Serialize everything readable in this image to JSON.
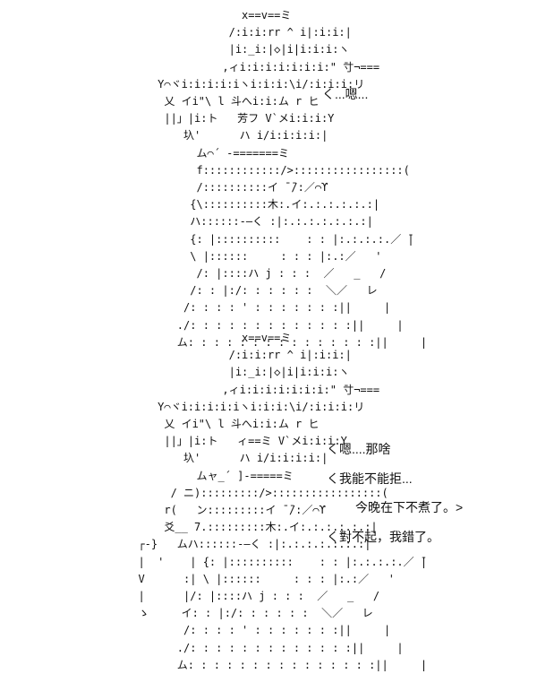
{
  "panels": [
    {
      "art": [
        "                  x==v==ミ",
        "                /:i:i:rr ^ i|:i:i:|",
        "                |i:_i:|◇|i|i:i:i:ヽ",
        "               ,ィi:i:i:i:i:i:i:\" ̄寸¬===",
        "     Y⌒ヾi:i:i:i:iヽi:i:i:\\i/:i:i:i:リ",
        "      乂 イi\"\\ l 斗へi:i:ム r ヒ",
        "      ||」|i:ト   芳フ V`メi:i:i:Y",
        "         圦'      ハ i/i:i:i:i:|",
        "           ム⌒´ ‐=======ミ",
        "           f::::::::::::/>:::::::::::::::::(",
        "           /::::::::::イ ̄ ̄/:／⌒ϒ",
        "          {\\::::::::::木:.イ:.:.:.:.:.:|",
        "          ハ::::::‐―く :|:.:.:.:.:.:.:|",
        "          {: |::::::::::    : : |:.:.:.:.／ ̄|",
        "          \\ |::::::     : : : |:.:／   '",
        "           /: |::::ハ j : : :  ／   _   /",
        "          /: : |:/: : : : : :  ＼／   レ",
        "         /: : : : ' : : : : : : :||     |",
        "        ./: : : : : : : : : : : : :||     |",
        "        ム: : : : : : : : : : : : : : :||     |"
      ],
      "lines": [
        "く...嗯..."
      ]
    },
    {
      "art": [
        "                  x==v==ミ",
        "                /:i:i:rr ^ i|:i:i:|",
        "                |i:_i:|◇|i|i:i:i:ヽ",
        "               ,ィi:i:i:i:i:i:i:\" ̄寸¬===",
        "     Y⌒ヾi:i:i:i:iヽi:i:i:\\i/:i:i:i:リ",
        "      乂 イi\"\\ l 斗へi:i:ム r ヒ",
        "      ||」|i:ト   ィ==ミ V`メi:i:i:Y",
        "         圦'      ハ i/i:i:i:i:|",
        "           ムャ_´ ]‐=====ミ",
        "       / ニ):::::::::/>:::::::::::::::::(",
        "      r(   ン:::::::::イ ̄ ̄/:／⌒ϒ",
        "      爻__ 7.:::::::::木:.イ:.:.:.:.:.:|",
        "  ┌-}   ムハ::::::‐―く :|:.:.:.:.:.:.:|",
        "  |  '    | {: |::::::::::    : : |:.:.:.:.／ ̄|",
        "  V      :| \\ |::::::     : : : |:.:／   '",
        "  |      |/: |::::ハ j : : :  ／   _   /",
        "  ゝ     イ: : |:/: : : : : :  ＼／   レ",
        "         /: : : : ' : : : : : : :||     |",
        "        ./: : : : : : : : : : : : :||     |",
        "        ム: : : : : : : : : : : : : : :||     |"
      ],
      "lines": [
        "く嗯....那啥",
        "く我能不能拒...",
        "今晚在下不煮了。>",
        "く對不起，我錯了。"
      ]
    }
  ]
}
